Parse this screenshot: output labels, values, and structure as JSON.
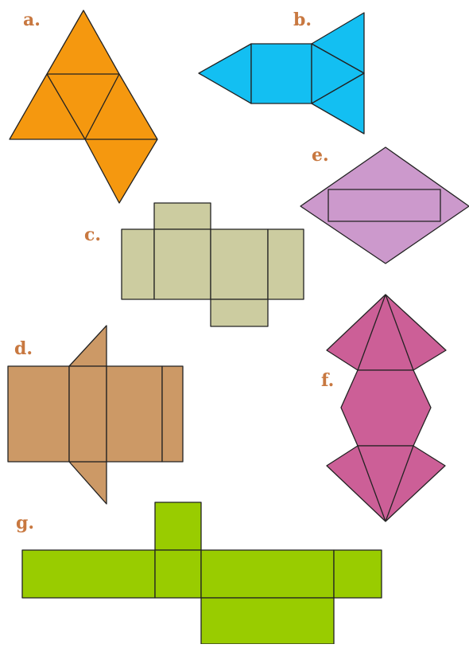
{
  "labels": {
    "a": "a.",
    "b": "b.",
    "c": "c.",
    "d": "d.",
    "e": "e.",
    "f": "f.",
    "g": "g."
  },
  "colors": {
    "a": "#f5980f",
    "b": "#13bff2",
    "c": "#cccca0",
    "d": "#cc9966",
    "e": "#cc99cc",
    "f": "#cc5f97",
    "g": "#99cc00",
    "label": "#c87840",
    "line": "#222222"
  }
}
